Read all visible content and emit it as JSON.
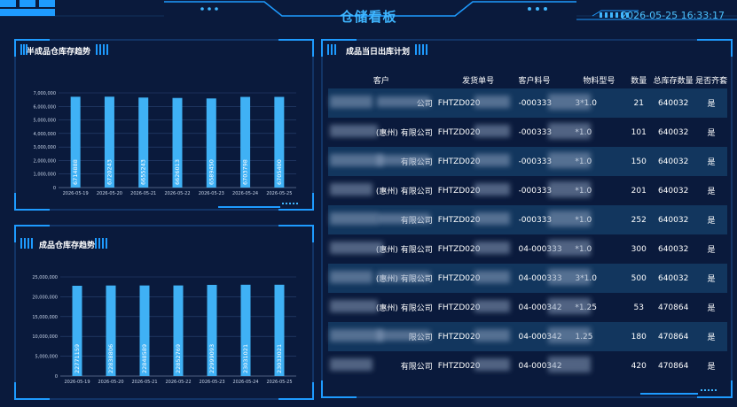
{
  "header": {
    "title": "仓储看板",
    "datetime": "2026-05-25 16:33:17"
  },
  "semi_panel": {
    "title": "半成品仓库存趋势"
  },
  "finished_panel": {
    "title": "成品仓库存趋势"
  },
  "plan_panel": {
    "title": "成品当日出库计划"
  },
  "chart_data": [
    {
      "type": "bar",
      "title": "半成品仓库存趋势",
      "categories": [
        "2026-05-19",
        "2026-05-20",
        "2026-05-21",
        "2026-05-22",
        "2026-05-23",
        "2026-05-24",
        "2026-05-25"
      ],
      "values": [
        6714888,
        6720243,
        6655243,
        6626013,
        6589450,
        6703798,
        6705400
      ],
      "ylim": [
        0,
        7000000
      ],
      "yticks": [
        "0",
        "1,000,000",
        "2,000,000",
        "3,000,000",
        "4,000,000",
        "5,000,000",
        "6,000,000",
        "7,000,000"
      ],
      "grid": true,
      "bar_color": "#3fb1f5"
    },
    {
      "type": "bar",
      "title": "成品仓库存趋势",
      "categories": [
        "2026-05-19",
        "2026-05-20",
        "2026-05-21",
        "2026-05-22",
        "2026-05-23",
        "2026-05-24",
        "2026-05-25"
      ],
      "values": [
        22771159,
        22838806,
        22848589,
        22852769,
        22999093,
        23031021,
        23033021
      ],
      "ylim": [
        0,
        25000000
      ],
      "yticks": [
        "0",
        "5,000,000",
        "10,000,000",
        "15,000,000",
        "20,000,000",
        "25,000,000"
      ],
      "grid": true,
      "bar_color": "#3fb1f5"
    }
  ],
  "table": {
    "headers": [
      "客户",
      "发货单号",
      "客户料号",
      "物料型号",
      "数量",
      "总库存数量",
      "是否齐套"
    ],
    "rows": [
      {
        "customer": "公司",
        "order": "FHTZD020",
        "material": "-000333",
        "model": "3*1.0",
        "qty": "21",
        "stock": "640032",
        "complete": "是"
      },
      {
        "customer": "(惠州) 有限公司",
        "order": "FHTZD020",
        "material": "-000333",
        "model": "*1.0",
        "qty": "101",
        "stock": "640032",
        "complete": "是"
      },
      {
        "customer": "有限公司",
        "order": "FHTZD020",
        "material": "-000333",
        "model": "*1.0",
        "qty": "150",
        "stock": "640032",
        "complete": "是"
      },
      {
        "customer": "(惠州) 有限公司",
        "order": "FHTZD020",
        "material": "-000333",
        "model": "*1.0",
        "qty": "201",
        "stock": "640032",
        "complete": "是"
      },
      {
        "customer": "有限公司",
        "order": "FHTZD020",
        "material": "-000333",
        "model": "*1.0",
        "qty": "252",
        "stock": "640032",
        "complete": "是"
      },
      {
        "customer": "(惠州) 有限公司",
        "order": "FHTZD020",
        "material": "04-000333",
        "model": "*1.0",
        "qty": "300",
        "stock": "640032",
        "complete": "是"
      },
      {
        "customer": "(惠州) 有限公司",
        "order": "FHTZD020",
        "material": "04-000333",
        "model": "3*1.0",
        "qty": "500",
        "stock": "640032",
        "complete": "是"
      },
      {
        "customer": "(惠州) 有限公司",
        "order": "FHTZD020",
        "material": "04-000342",
        "model": "*1.25",
        "qty": "53",
        "stock": "470864",
        "complete": "是"
      },
      {
        "customer": "限公司",
        "order": "FHTZD020",
        "material": "04-000342",
        "model": "1.25",
        "qty": "180",
        "stock": "470864",
        "complete": "是"
      },
      {
        "customer": "有限公司",
        "order": "FHTZD020",
        "material": "04-000342",
        "model": "",
        "qty": "420",
        "stock": "470864",
        "complete": "是"
      }
    ]
  },
  "colors": {
    "background": "#0a1a3c",
    "accent": "#3fb6ff",
    "frame": "#1e9bff",
    "row_highlight": "#12365e"
  }
}
